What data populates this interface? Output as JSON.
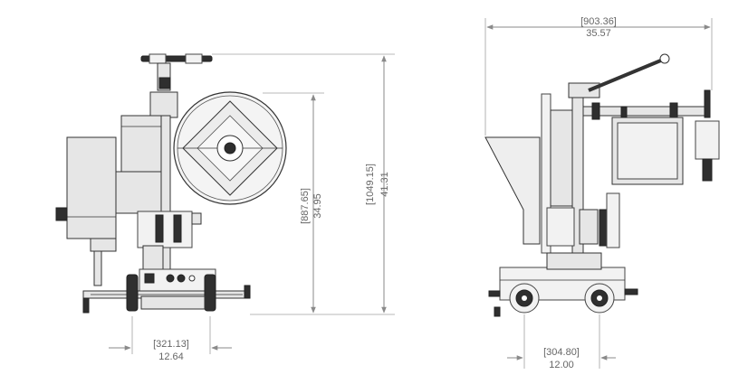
{
  "dimensions": {
    "left_height": {
      "metric": "[1049.15]",
      "imperial": "41.31"
    },
    "reel_height": {
      "metric": "[887.65]",
      "imperial": "34.95"
    },
    "left_track": {
      "metric": "[321.13]",
      "imperial": "12.64"
    },
    "right_width": {
      "metric": "[903.36]",
      "imperial": "35.57"
    },
    "right_track": {
      "metric": "[304.80]",
      "imperial": "12.00"
    }
  }
}
